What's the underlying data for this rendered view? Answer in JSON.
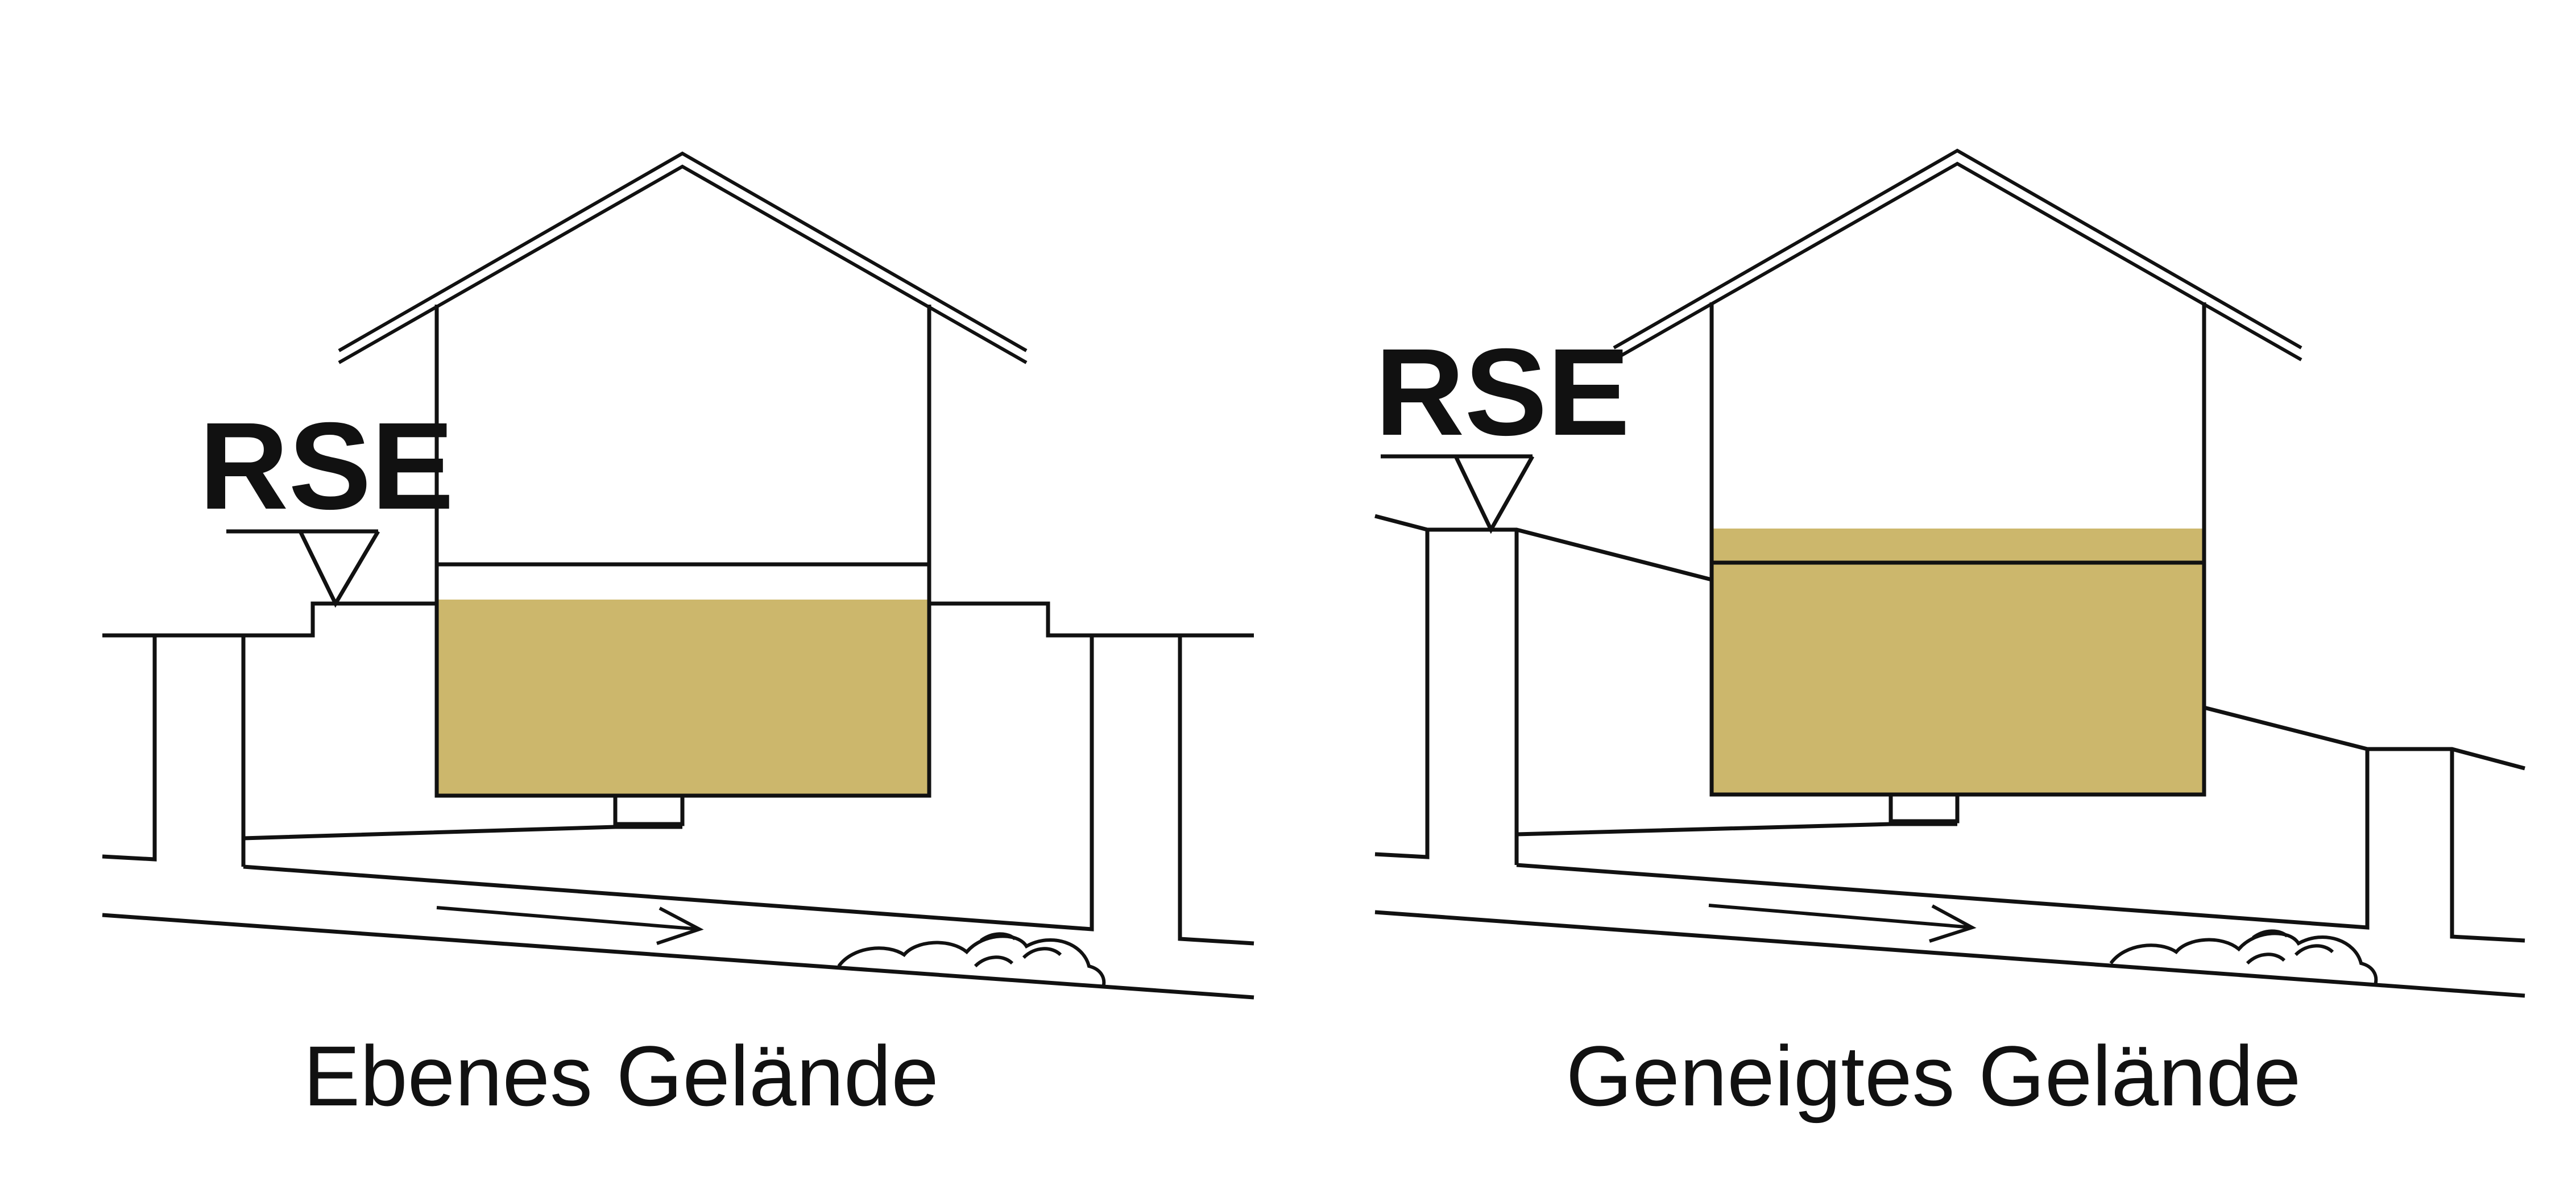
{
  "colors": {
    "background": "#ffffff",
    "line": "#111111",
    "water_fill": "#ccb76c"
  },
  "panels": [
    {
      "id": "flat",
      "level_label": "RSE",
      "caption": "Ebenes Gelände",
      "water_level": "below-ground-floor"
    },
    {
      "id": "sloped",
      "level_label": "RSE",
      "caption": "Geneigtes Gelände",
      "water_level": "above-ground-floor"
    }
  ],
  "icons": {
    "level_marker": "triangle-down-icon",
    "flow_direction": "arrow-right-icon",
    "shrub": "shrub-icon"
  }
}
